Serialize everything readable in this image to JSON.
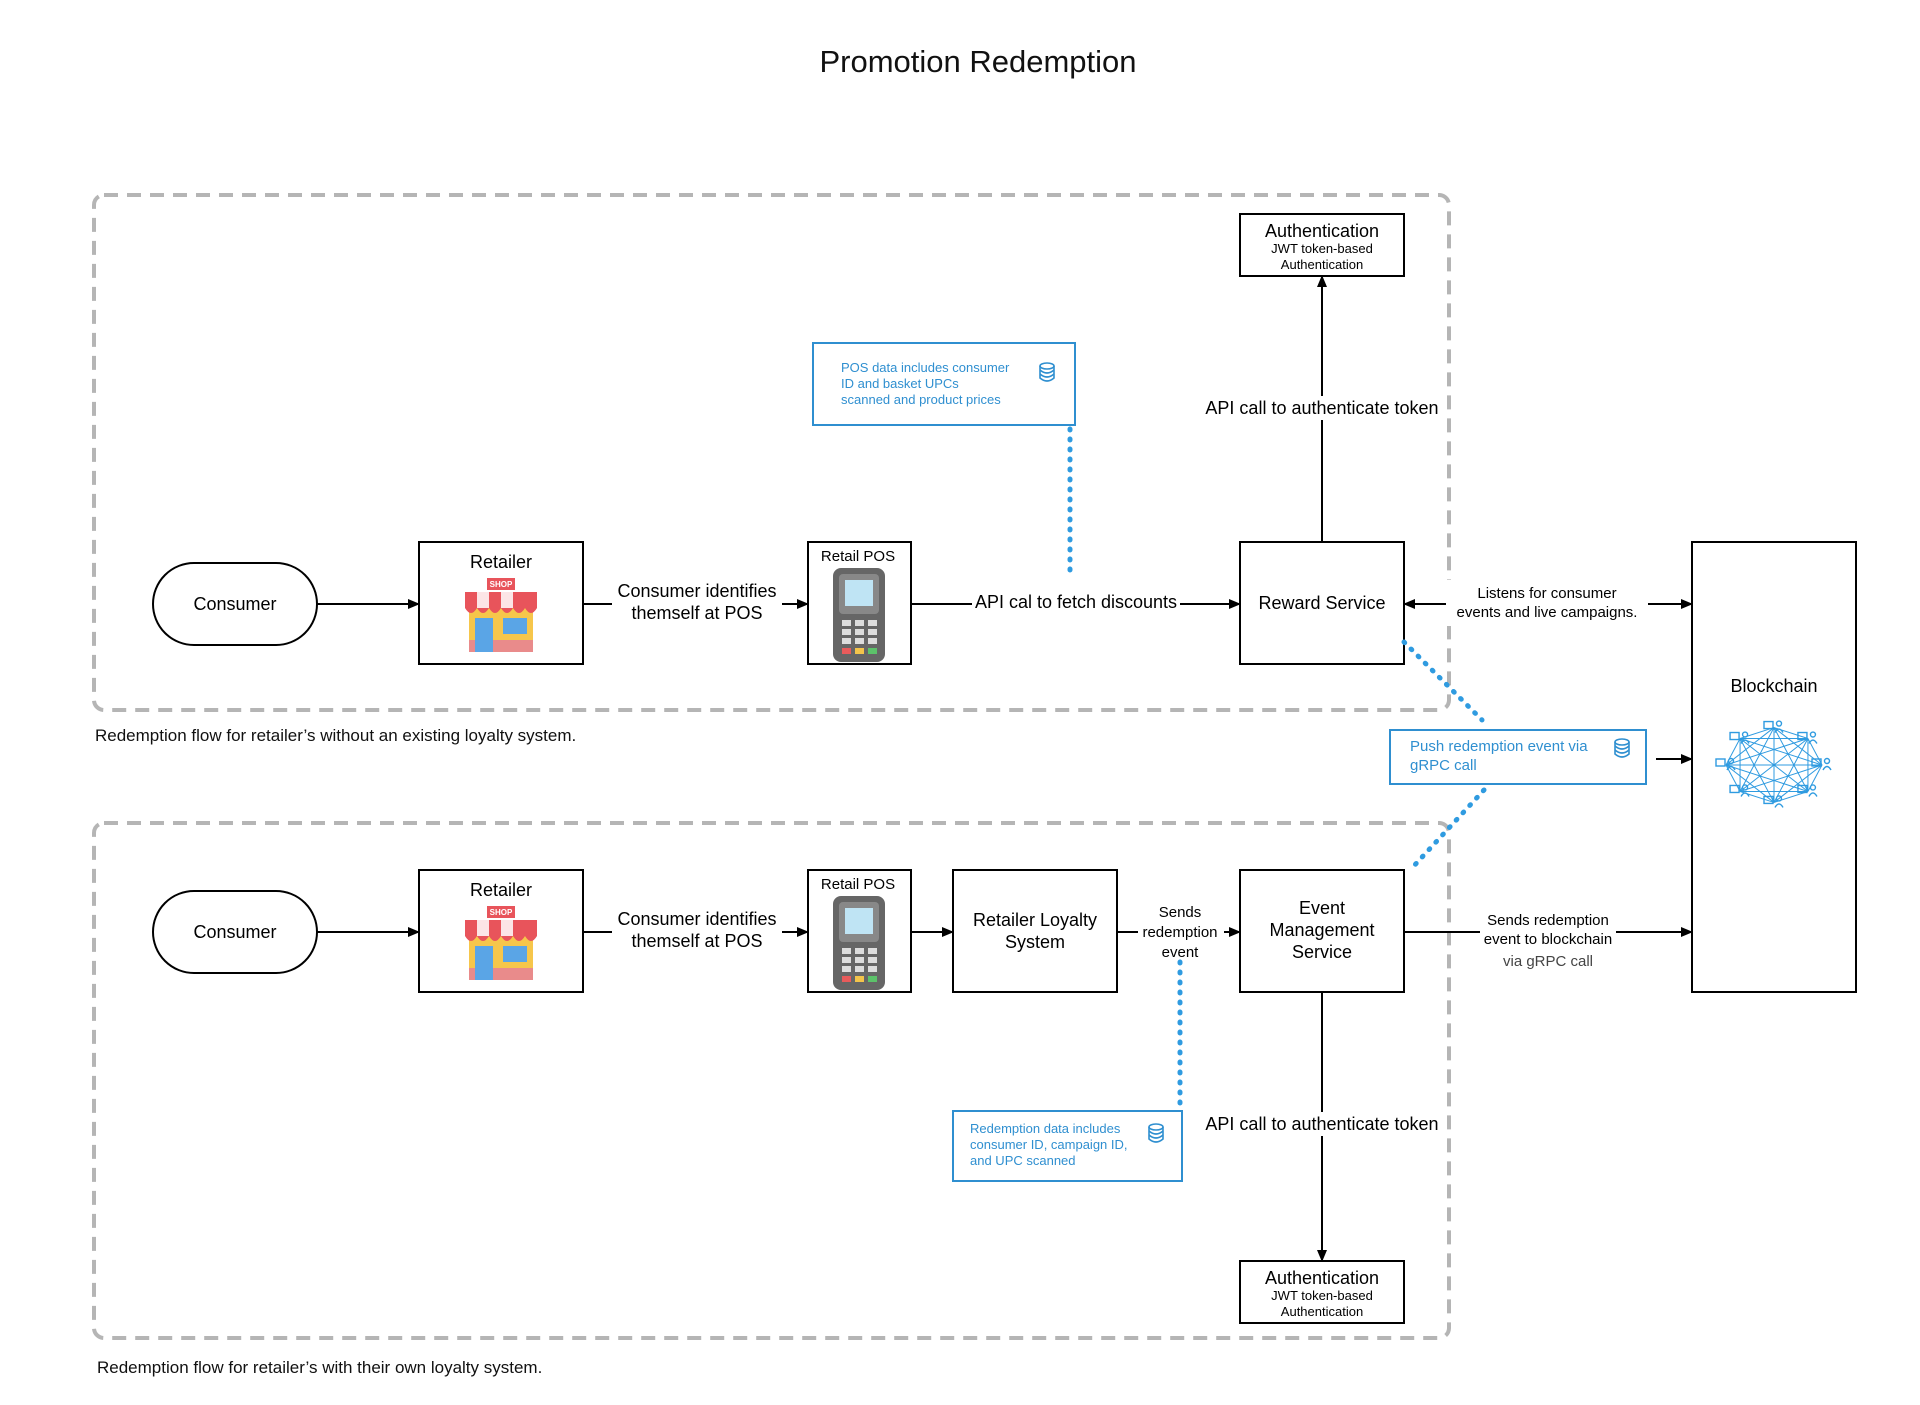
{
  "title": "Promotion Redemption",
  "groups": {
    "top_caption": "Redemption flow for retailer’s without an existing loyalty system.",
    "bottom_caption": "Redemption flow for retailer’s with their own loyalty system."
  },
  "top": {
    "consumer": "Consumer",
    "retailer": "Retailer",
    "retail_pos": "Retail POS",
    "reward_service": "Reward Service",
    "auth_title": "Authentication",
    "auth_sub1": "JWT token-based",
    "auth_sub2": "Authentication",
    "edge_identify_1": "Consumer identifies",
    "edge_identify_2": "themself at POS",
    "edge_fetch": "API cal to fetch discounts",
    "edge_auth": "API call to authenticate token",
    "note_lines": [
      "POS data includes consumer",
      "ID and basket UPCs",
      "scanned and product prices"
    ]
  },
  "bottom": {
    "consumer": "Consumer",
    "retailer": "Retailer",
    "retail_pos": "Retail POS",
    "loyalty_1": "Retailer Loyalty",
    "loyalty_2": "System",
    "event_mgmt_1": "Event",
    "event_mgmt_2": "Management",
    "event_mgmt_3": "Service",
    "auth_title": "Authentication",
    "auth_sub1": "JWT token-based",
    "auth_sub2": "Authentication",
    "edge_identify_1": "Consumer identifies",
    "edge_identify_2": "themself at POS",
    "edge_sends_1": "Sends",
    "edge_sends_2": "redemption",
    "edge_sends_3": "event",
    "edge_auth": "API call to authenticate token",
    "note_lines": [
      "Redemption data includes",
      "consumer ID, campaign ID,",
      "and UPC scanned"
    ]
  },
  "blockchain": {
    "label": "Blockchain",
    "edge_listen_1": "Listens for consumer",
    "edge_listen_2": "events and live campaigns.",
    "push_1": "Push redemption event via",
    "push_2": "gRPC call",
    "edge_send_1": "Sends redemption",
    "edge_send_2": "event to blockchain",
    "edge_send_via": "via gRPC call"
  },
  "colors": {
    "note_blue": "#2f8fd0",
    "group_border": "#b5b5b5"
  },
  "icons": [
    "shop-icon",
    "pos-terminal-icon",
    "database-icon",
    "blockchain-network-icon"
  ]
}
